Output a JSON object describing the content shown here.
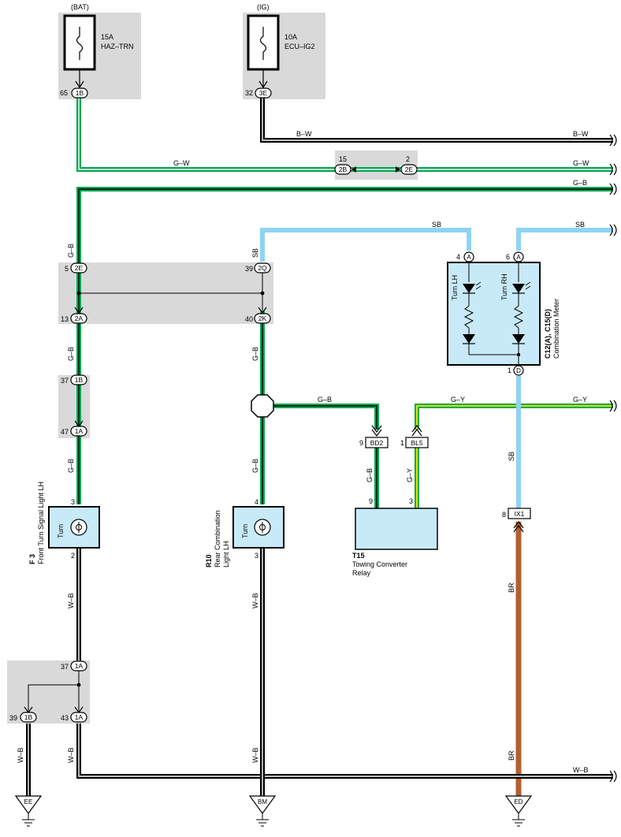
{
  "colors": {
    "G": "#00a651",
    "SB": "#8fd3f4",
    "BR": "#b06030",
    "Y": "#f2e600",
    "B": "#000000",
    "W": "#ffffff",
    "panel": "#d9d9d9",
    "component": "#c8eaf8"
  },
  "fuses": [
    {
      "id": "fuse-bat",
      "source": "(BAT)",
      "rating": "15A",
      "name": "HAZ–TRN",
      "pin": "65",
      "conn": "1B"
    },
    {
      "id": "fuse-ig",
      "source": "(IG)",
      "rating": "10A",
      "name": "ECU–IG2",
      "pin": "32",
      "conn": "3E"
    }
  ],
  "wires": {
    "bw": "B–W",
    "gw": "G–W",
    "gb": "G–B",
    "sb": "SB",
    "gy": "G–Y",
    "br": "BR",
    "wb": "W–B"
  },
  "junction_gw": {
    "left_pin": "15",
    "left_conn": "2B",
    "right_pin": "2",
    "right_conn": "2E"
  },
  "junction_main": {
    "tl_pin": "5",
    "tl_conn": "2E",
    "tr_pin": "39",
    "tr_conn": "2Q",
    "bl_pin": "13",
    "bl_conn": "2A",
    "br_pin": "40",
    "br_conn": "2K"
  },
  "junction_small": {
    "top_pin": "37",
    "top_conn": "1B",
    "bot_pin": "47",
    "bot_conn": "1A"
  },
  "junction_bottom": {
    "top_pin": "37",
    "top_conn": "1A",
    "left_pin": "39",
    "left_conn": "1B",
    "right_pin": "43",
    "right_conn": "1A"
  },
  "meter": {
    "code": "C12(A), C15(D)",
    "name": "Combination Meter",
    "lh_label": "Turn LH",
    "rh_label": "Turn RH",
    "lh_pin": "4",
    "lh_conn": "A",
    "rh_pin": "6",
    "rh_conn": "A",
    "gnd_pin": "1",
    "gnd_conn": "D"
  },
  "f3": {
    "code": "F 3",
    "name": "Front Turn Signal Light LH",
    "label": "Turn",
    "pin_in": "3",
    "pin_out": "2"
  },
  "r10": {
    "code": "R10",
    "name_line1": "Rear Combination",
    "name_line2": "Light LH",
    "label": "Turn",
    "pin_in": "4",
    "pin_out": "3"
  },
  "t15": {
    "code": "T15",
    "name_line1": "Towing Converter",
    "name_line2": "Relay",
    "pin_gb": "9",
    "pin_gy": "3"
  },
  "connectors": {
    "bd2_pin": "9",
    "bd2": "BD2",
    "bl5_pin": "1",
    "bl5": "BL5",
    "ix1_pin": "8",
    "ix1": "IX1"
  },
  "grounds": {
    "ee": "EE",
    "bm": "BM",
    "ed": "ED"
  }
}
